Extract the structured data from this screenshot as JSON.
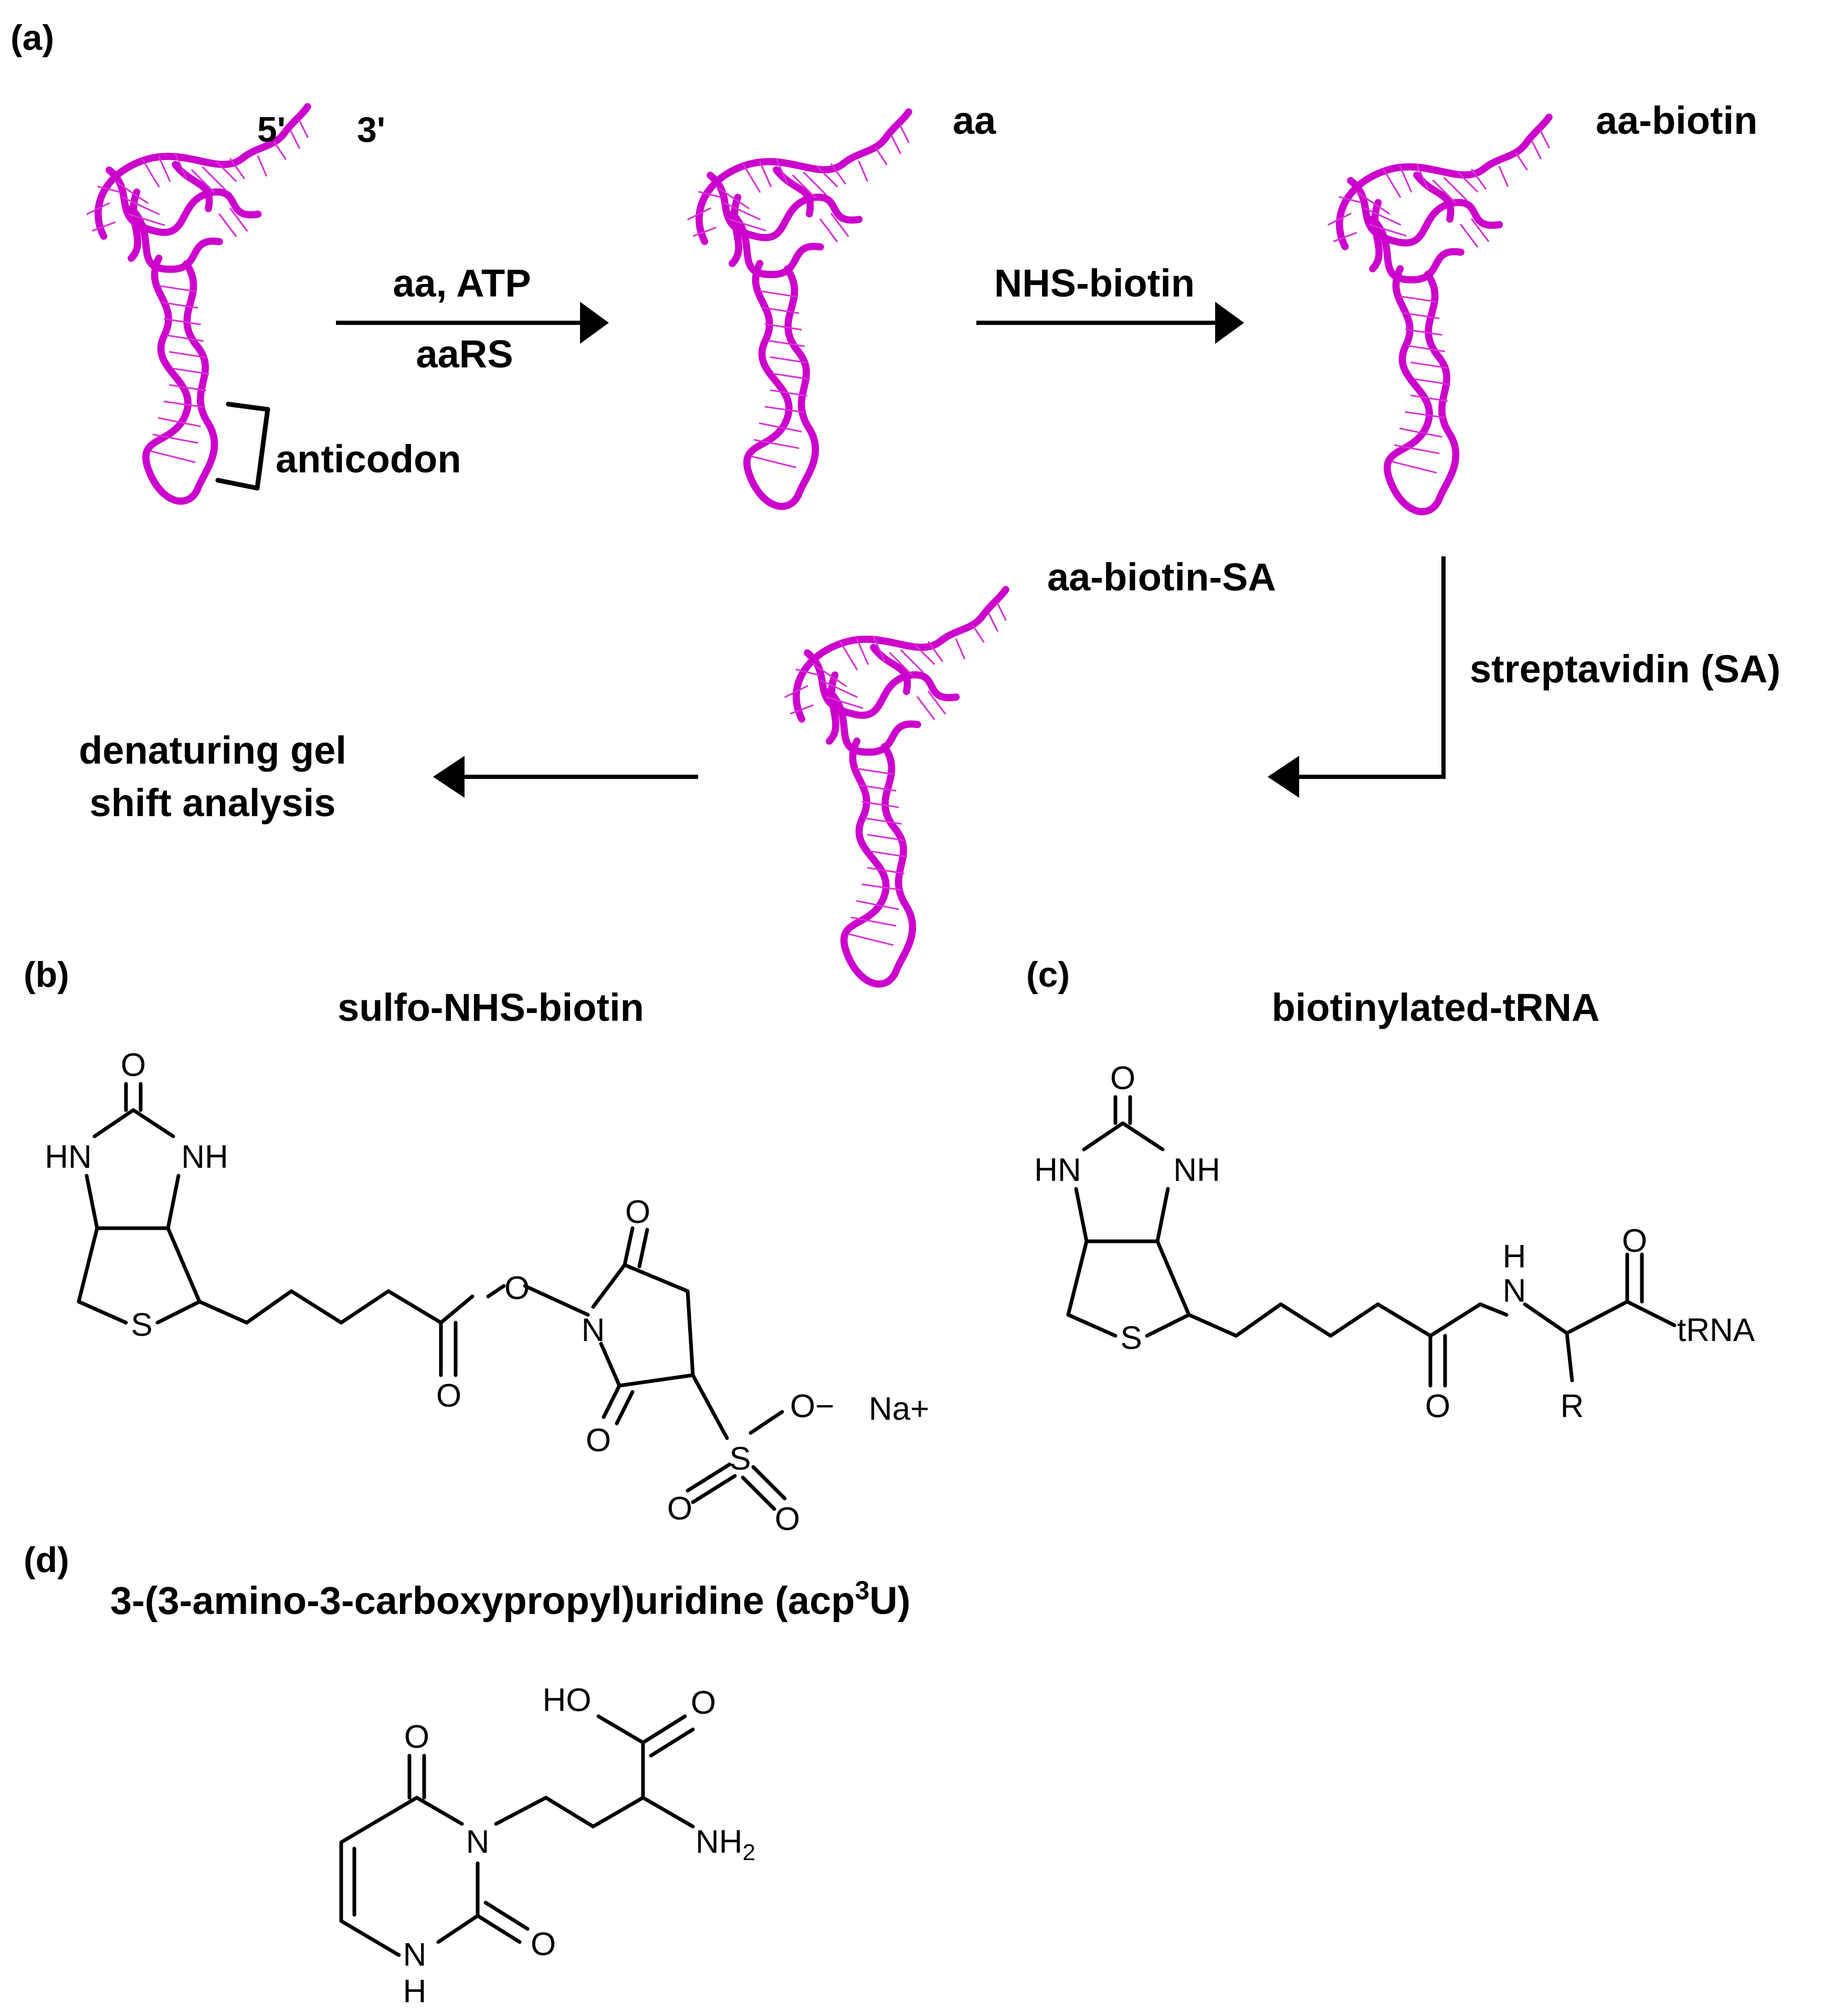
{
  "colors": {
    "trna": "#cc00cc",
    "text": "#000000",
    "background": "#ffffff"
  },
  "panel_a": {
    "label": "(a)",
    "end5": "5'",
    "end3": "3'",
    "anticodon": "anticodon",
    "step1_top": "aa, ATP",
    "step1_bottom": "aaRS",
    "charged": "aa",
    "step2": "NHS-biotin",
    "biotinylated": "aa-biotin",
    "step3": "streptavidin (SA)",
    "complex": "aa-biotin-SA",
    "readout_line1": "denaturing gel",
    "readout_line2": "shift analysis"
  },
  "panel_b": {
    "label": "(b)",
    "title": "sulfo-NHS-biotin",
    "atoms": {
      "O": "O",
      "HN": "HN",
      "NH": "NH",
      "S": "S",
      "N": "N",
      "O_minus": "O−",
      "Na_plus": "Na+"
    }
  },
  "panel_c": {
    "label": "(c)",
    "title": "biotinylated-tRNA",
    "atoms": {
      "O": "O",
      "HN": "HN",
      "NH": "NH",
      "S": "S",
      "H": "H",
      "N": "N",
      "R": "R",
      "tRNA": "tRNA"
    }
  },
  "panel_d": {
    "label": "(d)",
    "title_main": "3-(3-amino-3-carboxypropyl)uridine (acp",
    "title_sup": "3",
    "title_end": "U)",
    "atoms": {
      "O": "O",
      "HO": "HO",
      "N": "N",
      "NH2": "NH2",
      "H": "H"
    }
  }
}
